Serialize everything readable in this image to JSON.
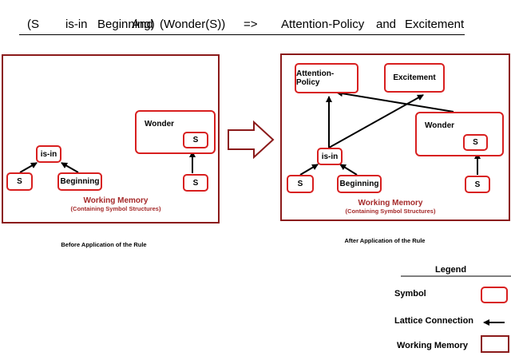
{
  "rule": {
    "tokens": [
      "(S",
      "is-in",
      "Beginning)",
      "And",
      "(Wonder(S))",
      "=>",
      "Attention-Policy",
      "and",
      "Excitement"
    ]
  },
  "before": {
    "symbols": {
      "s": "S",
      "isin": "is-in",
      "beginning": "Beginning",
      "wonder": "Wonder",
      "wonder_s": "S",
      "s_right": "S"
    },
    "working_memory_title": "Working Memory",
    "working_memory_subtitle": "(Containing Symbol Structures)",
    "caption": "Before Application of the Rule"
  },
  "after": {
    "symbols": {
      "attention": "Attention-Policy",
      "excitement": "Excitement",
      "wonder": "Wonder",
      "wonder_s": "S",
      "isin": "is-in",
      "s": "S",
      "beginning": "Beginning",
      "s_right": "S"
    },
    "working_memory_title": "Working Memory",
    "working_memory_subtitle": "(Containing Symbol Structures)",
    "caption": "After Application of the Rule"
  },
  "legend": {
    "title": "Legend",
    "symbol": "Symbol",
    "lattice": "Lattice Connection",
    "working_memory": "Working Memory"
  },
  "colors": {
    "symbol_border": "#d81f1f",
    "panel_border": "#8b1a1a",
    "memory_text": "#a52a2a"
  }
}
